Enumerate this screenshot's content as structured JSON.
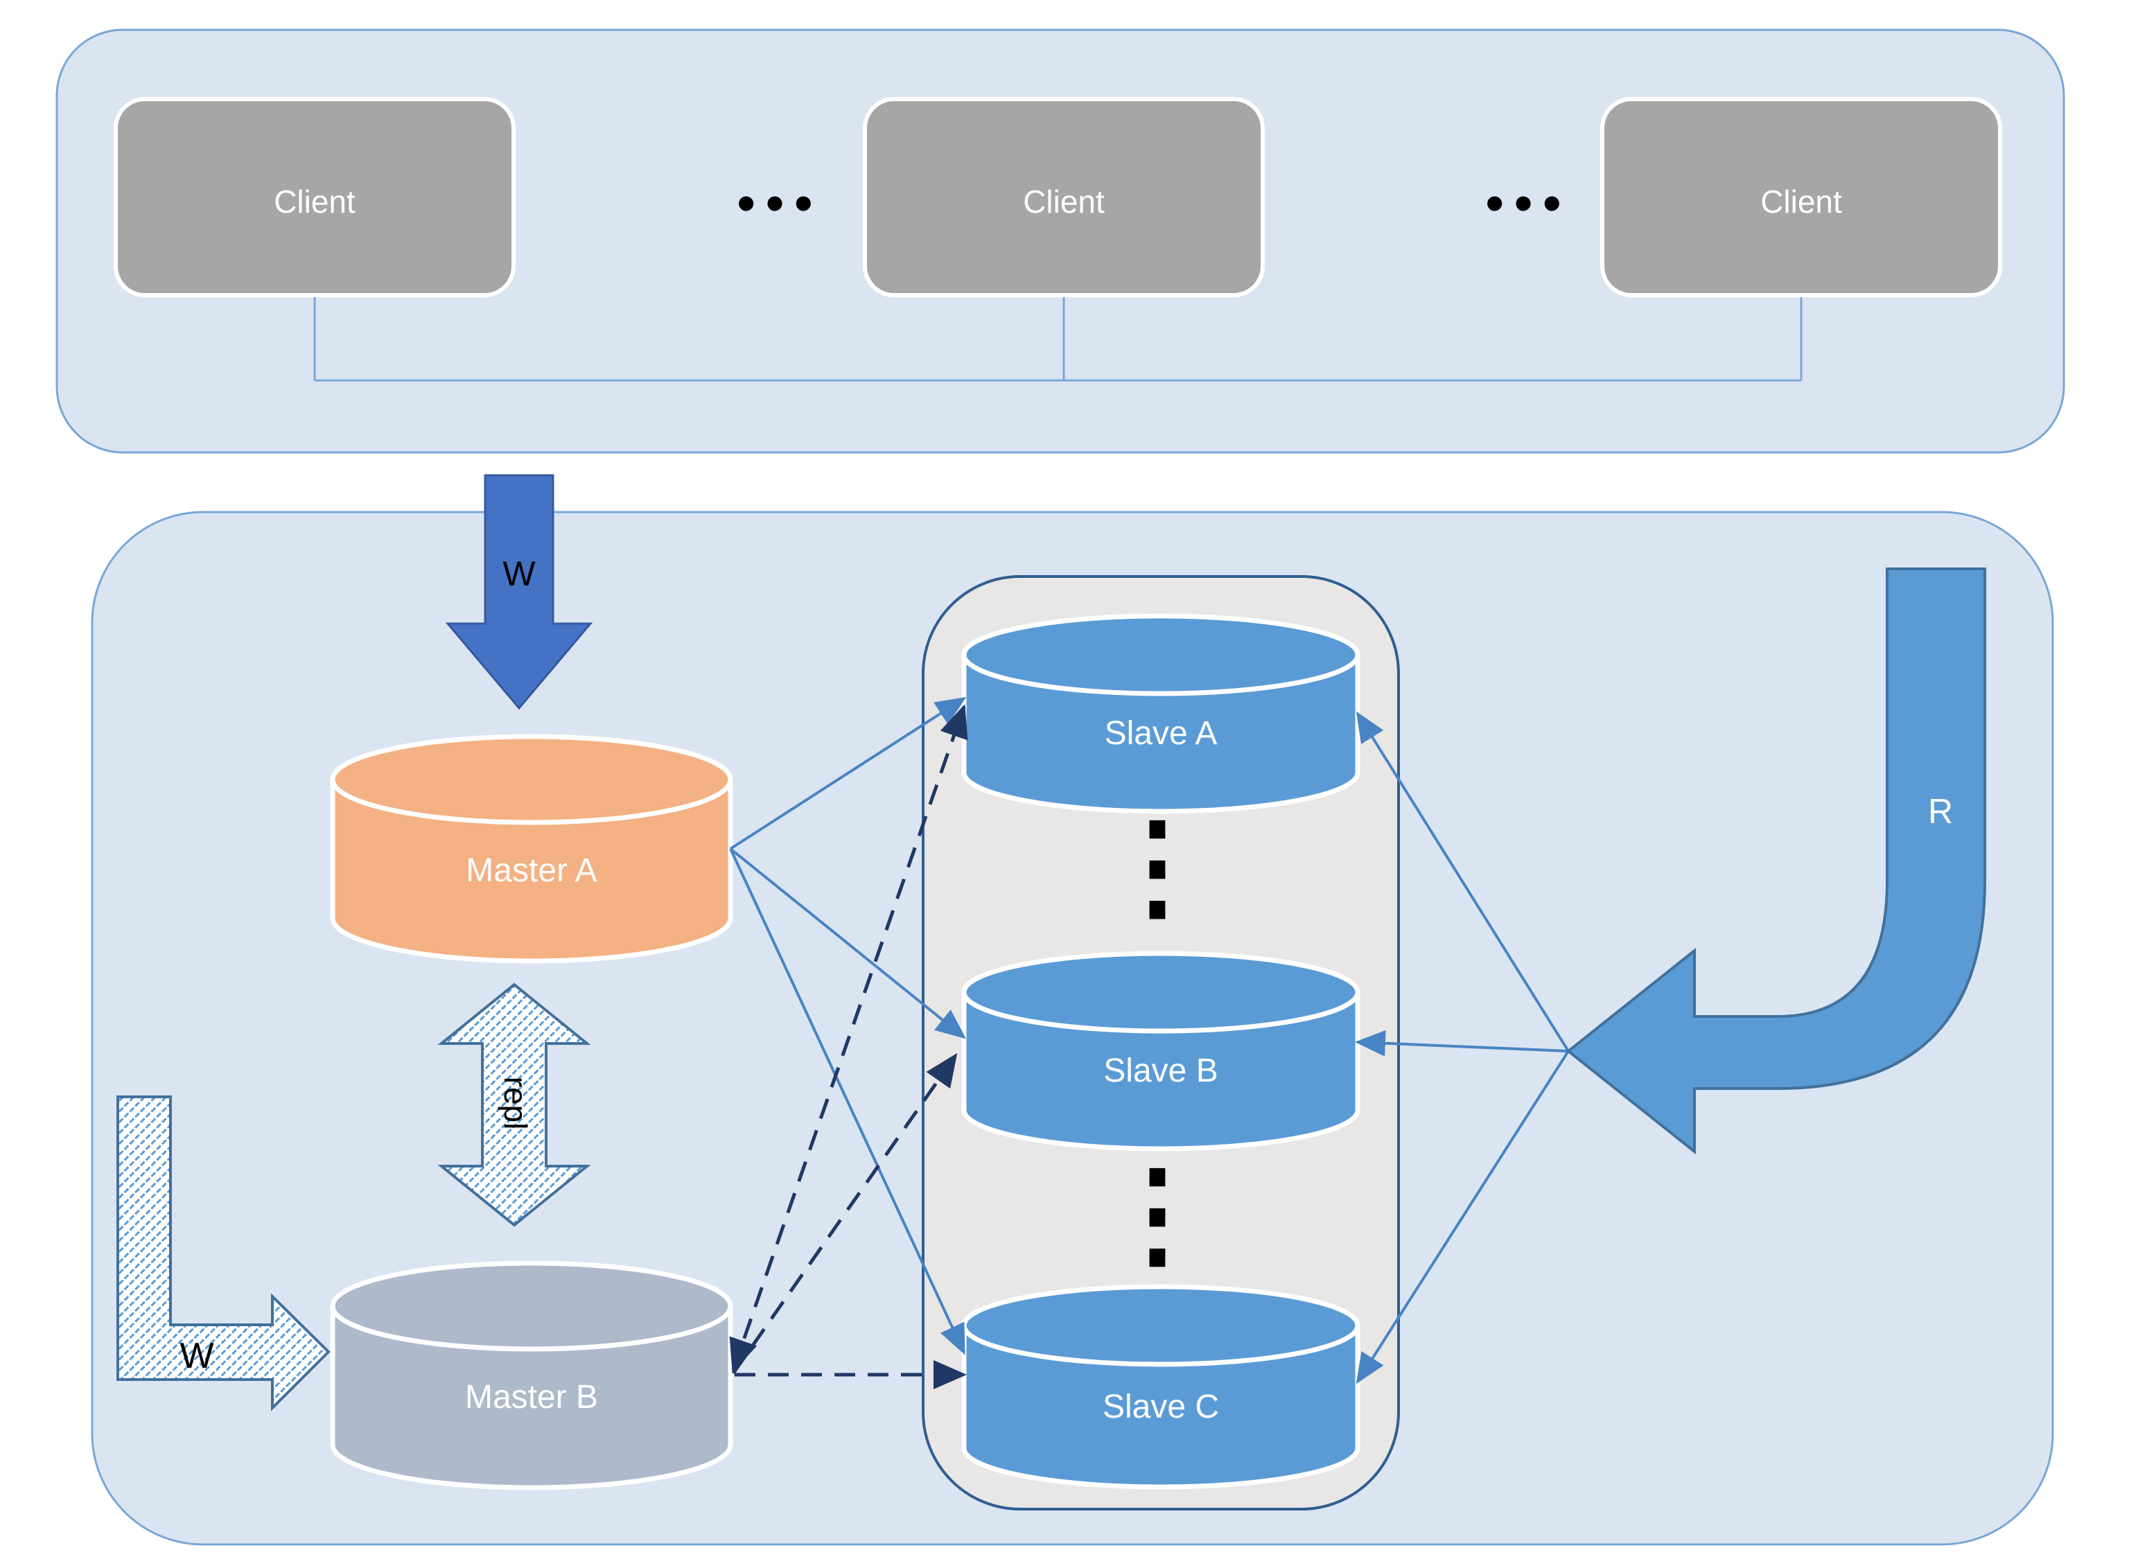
{
  "diagram": {
    "clients": {
      "labels": [
        "Client",
        "Client",
        "Client"
      ],
      "ellipsis": "•••"
    },
    "masters": {
      "a_label": "Master A",
      "b_label": "Master B"
    },
    "slaves": {
      "a_label": "Slave A",
      "b_label": "Slave B",
      "c_label": "Slave C",
      "vertical_ellipsis": "⋮"
    },
    "arrows": {
      "write_top_label": "W",
      "write_left_label": "W",
      "read_label": "R",
      "replication_label": "repl"
    },
    "colors": {
      "section_fill": "#dbe5f2",
      "section_border": "#79a7d6",
      "client_fill": "#a6a6a6",
      "client_border": "#ffffff",
      "connector_line": "#79a7d6",
      "write_arrow_fill": "#4472c4",
      "write_arrow_border": "#35599f",
      "master_a_fill": "#f4b183",
      "master_b_fill": "#aeb9c9",
      "cylinder_border": "#ffffff",
      "slave_fill": "#5b9bd5",
      "slaves_box_fill": "#e8e7e6",
      "slaves_box_border": "#2f5e91",
      "solid_arrow": "#4884c4",
      "dashed_arrow": "#1f3864",
      "read_arrow_fill": "#5b9bd5",
      "block_arrow_border": "#41719c",
      "hatch_stripe": "#5b9bd5",
      "text_light": "#ffffff",
      "text_dark": "#000000"
    }
  }
}
